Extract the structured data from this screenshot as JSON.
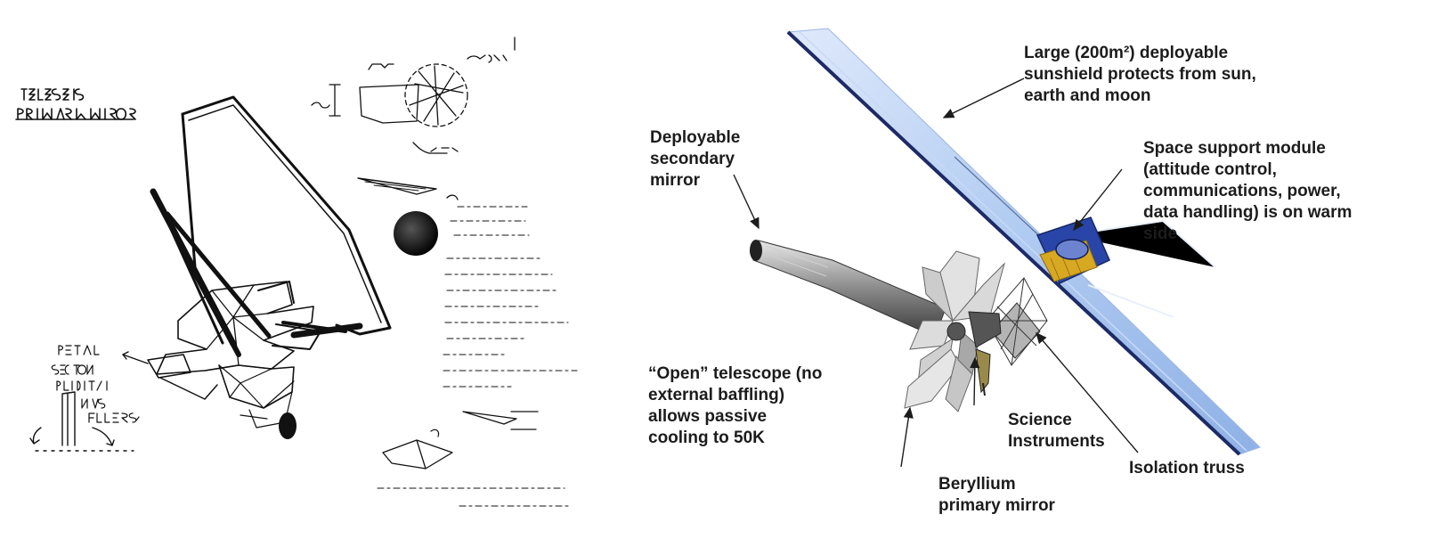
{
  "labels": {
    "sunshield": [
      "Large (200m²) deployable",
      "sunshield protects from sun,",
      "earth and moon"
    ],
    "support_module": [
      "Space support module",
      "(attitude control,",
      "communications, power,",
      "data handling) is on warm",
      "side"
    ],
    "secondary_mirror": [
      "Deployable",
      "secondary",
      "mirror"
    ],
    "open_telescope": [
      "“Open” telescope (no",
      "external baffling)",
      "allows passive",
      "cooling to 50K"
    ],
    "science_instruments": [
      "Science",
      "Instruments"
    ],
    "isolation_truss": [
      "Isolation truss"
    ],
    "primary_mirror": [
      "Beryllium",
      "primary mirror"
    ]
  },
  "colors": {
    "text": "#1c1c1c",
    "sketch_ink": "#111111",
    "sunshield_blue": "#aac6ee",
    "sunshield_edge": "#1d2a66",
    "module_blue": "#2a45a8",
    "module_gold": "#d8a822",
    "mirror_grey": "#d4d4d4"
  }
}
